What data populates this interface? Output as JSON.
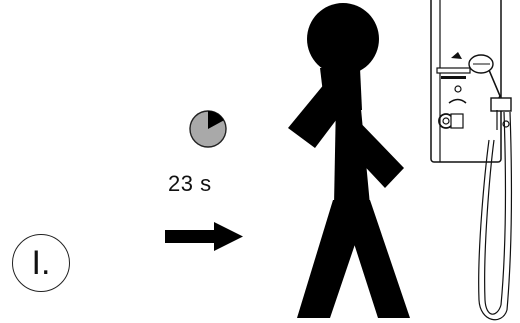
{
  "step": {
    "label": "I."
  },
  "timer": {
    "text": "23 s",
    "elapsed_fraction": 0.17,
    "icon": "pie-timer-icon"
  },
  "icons": {
    "arrow": "arrow-right-icon",
    "person": "walking-person-icon",
    "shower": "shower-panel-icon"
  },
  "colors": {
    "timer_fill": "#a9a9a9",
    "figure": "#000000",
    "panel": "#ffffff"
  }
}
